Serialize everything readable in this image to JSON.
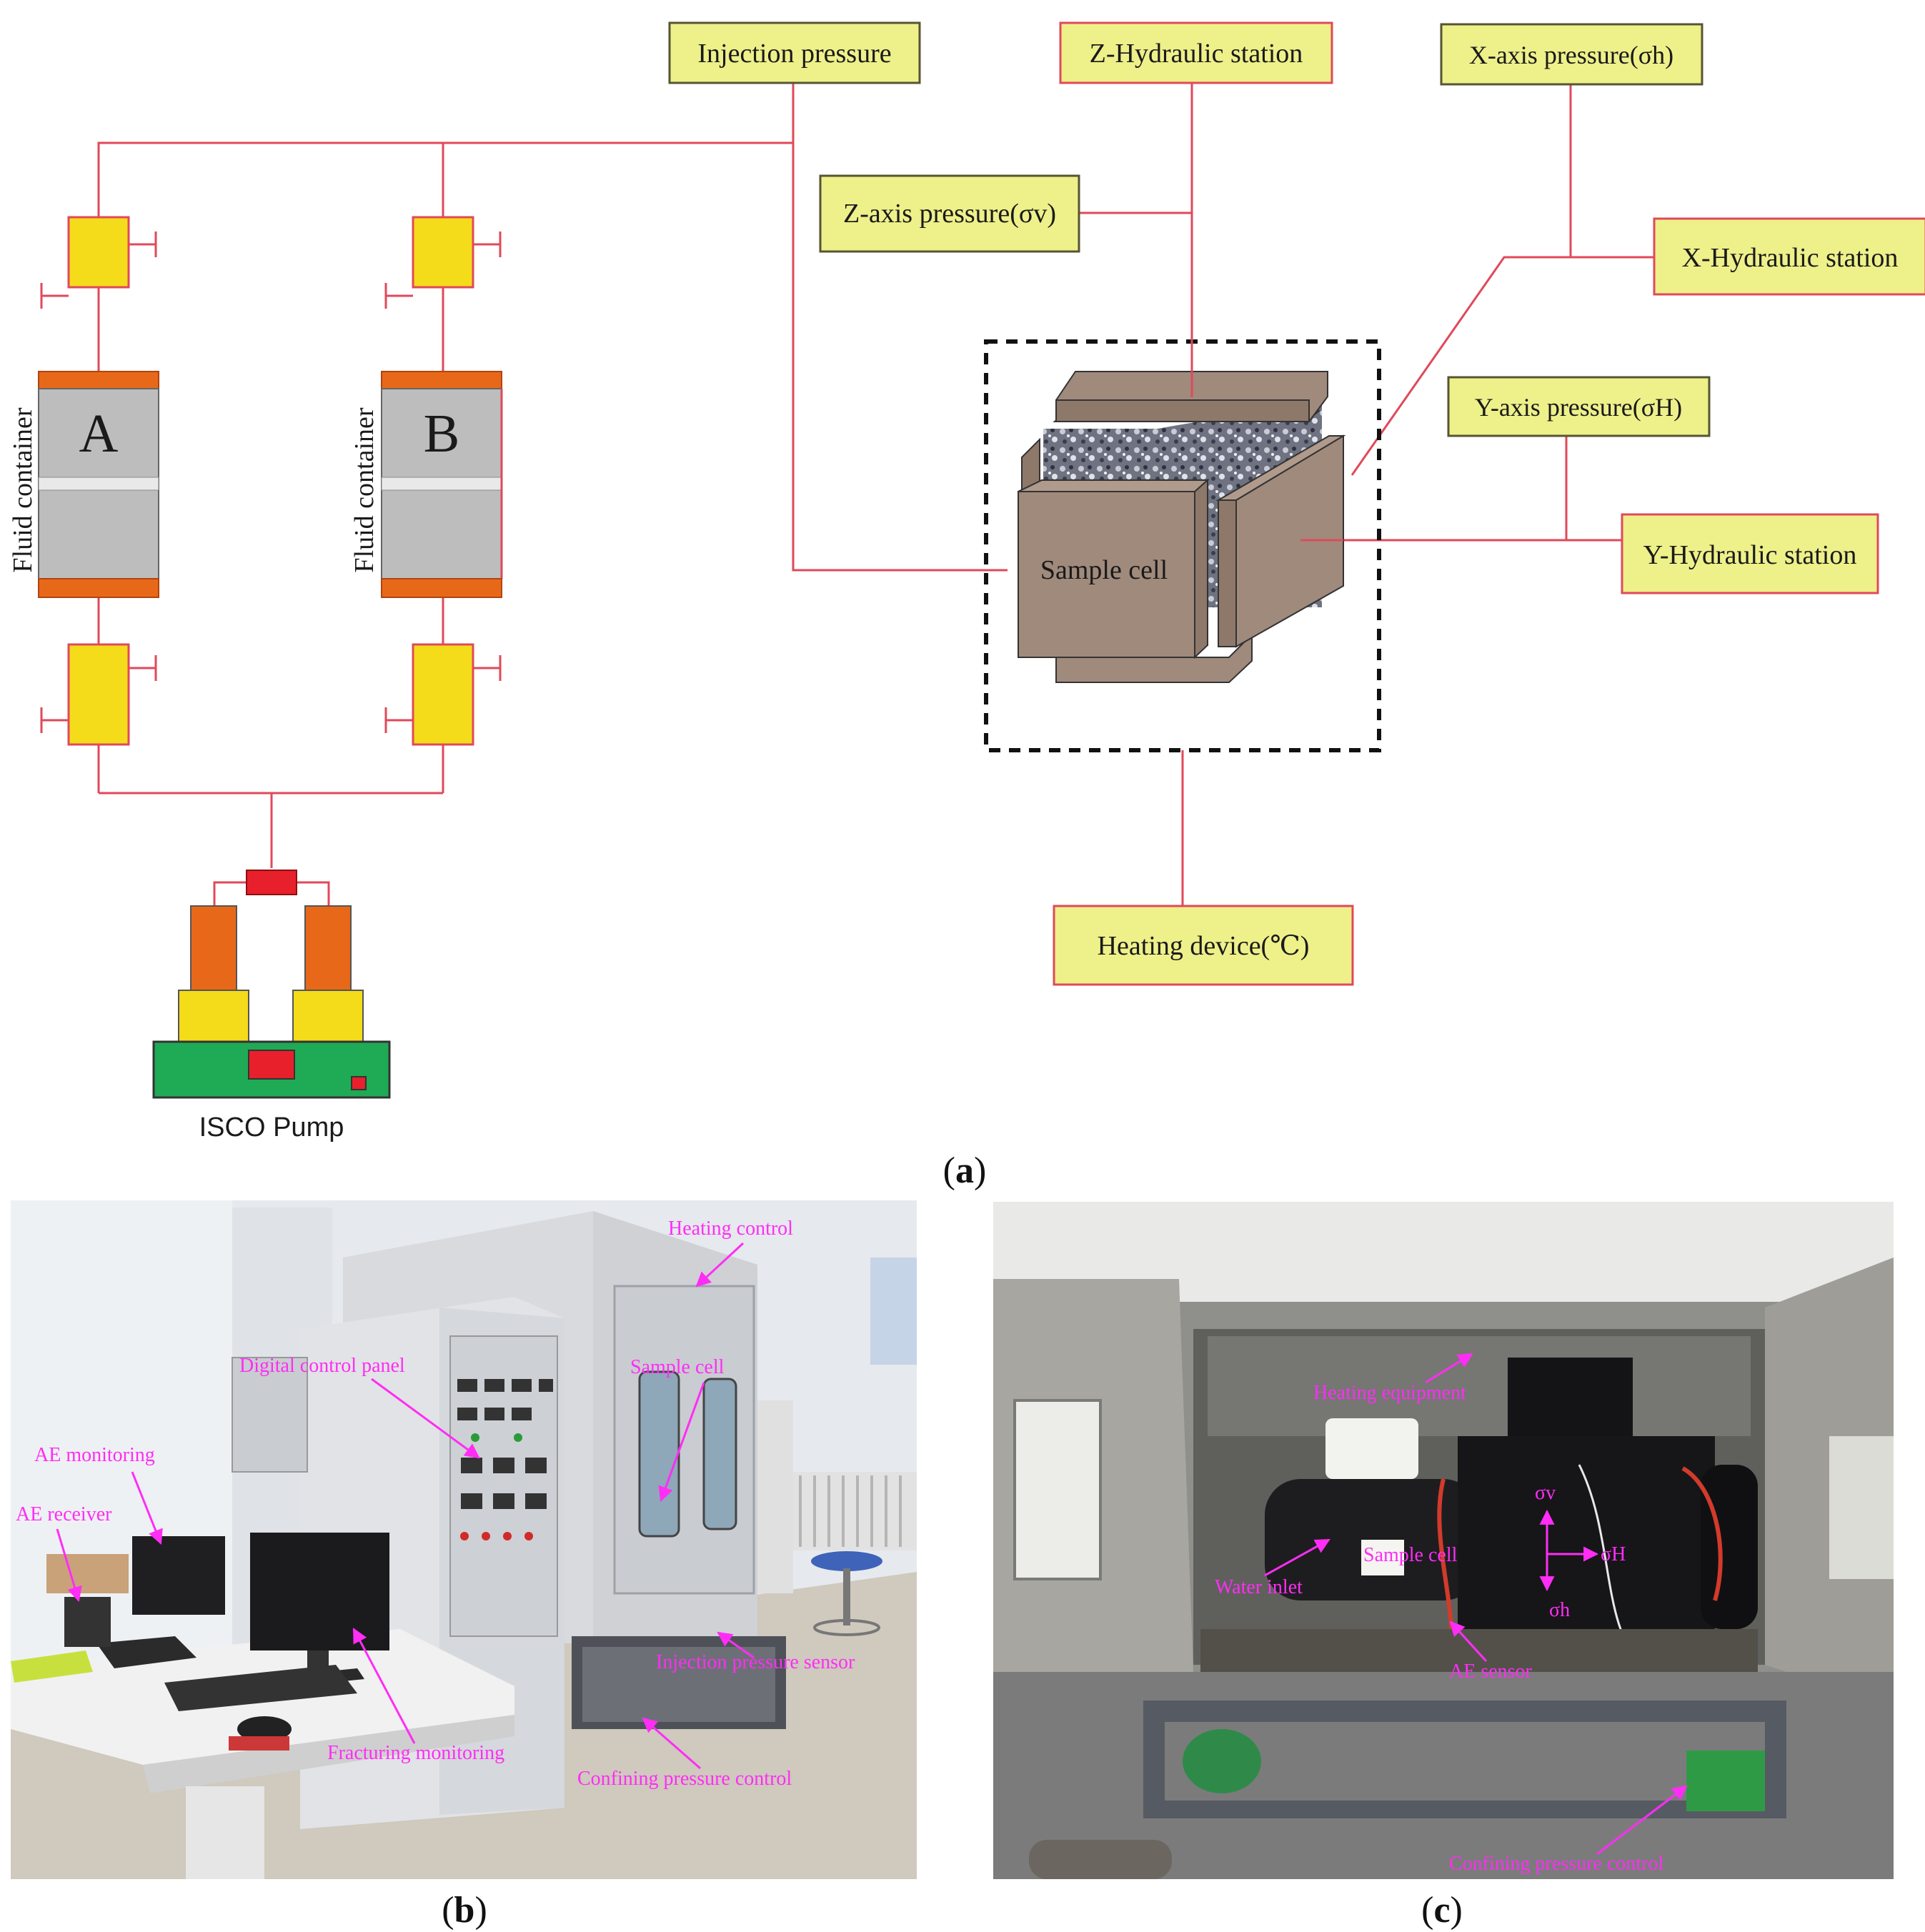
{
  "panel_a": {
    "caption_letter": "a",
    "labels": {
      "injection_pressure": "Injection pressure",
      "z_hydraulic_station": "Z-Hydraulic station",
      "x_axis_pressure": "X-axis pressure(σh)",
      "z_axis_pressure": "Z-axis pressure(σv)",
      "x_hydraulic_station": "X-Hydraulic station",
      "y_axis_pressure": "Y-axis pressure(σH)",
      "y_hydraulic_station": "Y-Hydraulic station",
      "heating_device": "Heating device(℃)",
      "sample_cell": "Sample cell",
      "fluid_container_a": "Fluid container",
      "fluid_container_b": "Fluid container",
      "container_a_letter": "A",
      "container_b_letter": "B",
      "isco_pump": "ISCO Pump"
    },
    "colors": {
      "line": "#e0495a",
      "label_fill": "#eef08a",
      "label_border_dark": "#555533",
      "label_border_red": "#e0495a",
      "valve": "#f4dc1a",
      "cap": "#e8681a",
      "container_body": "#bdbdbd",
      "cell_brown": "#a08a7c",
      "pump_base": "#1faa55",
      "pump_red": "#e8202c"
    }
  },
  "panel_b": {
    "caption_letter": "b",
    "annotations": {
      "heating_control": "Heating control",
      "digital_control_panel": "Digital control panel",
      "sample_cell": "Sample cell",
      "ae_monitoring": "AE monitoring",
      "ae_receiver": "AE receiver",
      "injection_pressure_sensor": "Injection pressure sensor",
      "fracturing_monitoring": "Fracturing monitoring",
      "confining_pressure_control": "Confining pressure control"
    }
  },
  "panel_c": {
    "caption_letter": "c",
    "annotations": {
      "heating_equipment": "Heating equipment",
      "sample_cell": "Sample cell",
      "water_inlet": "Water inlet",
      "ae_sensor": "AE sensor",
      "sigma_v": "σv",
      "sigma_H": "σH",
      "sigma_h": "σh",
      "confining_pressure_control": "Confining pressure control"
    }
  }
}
